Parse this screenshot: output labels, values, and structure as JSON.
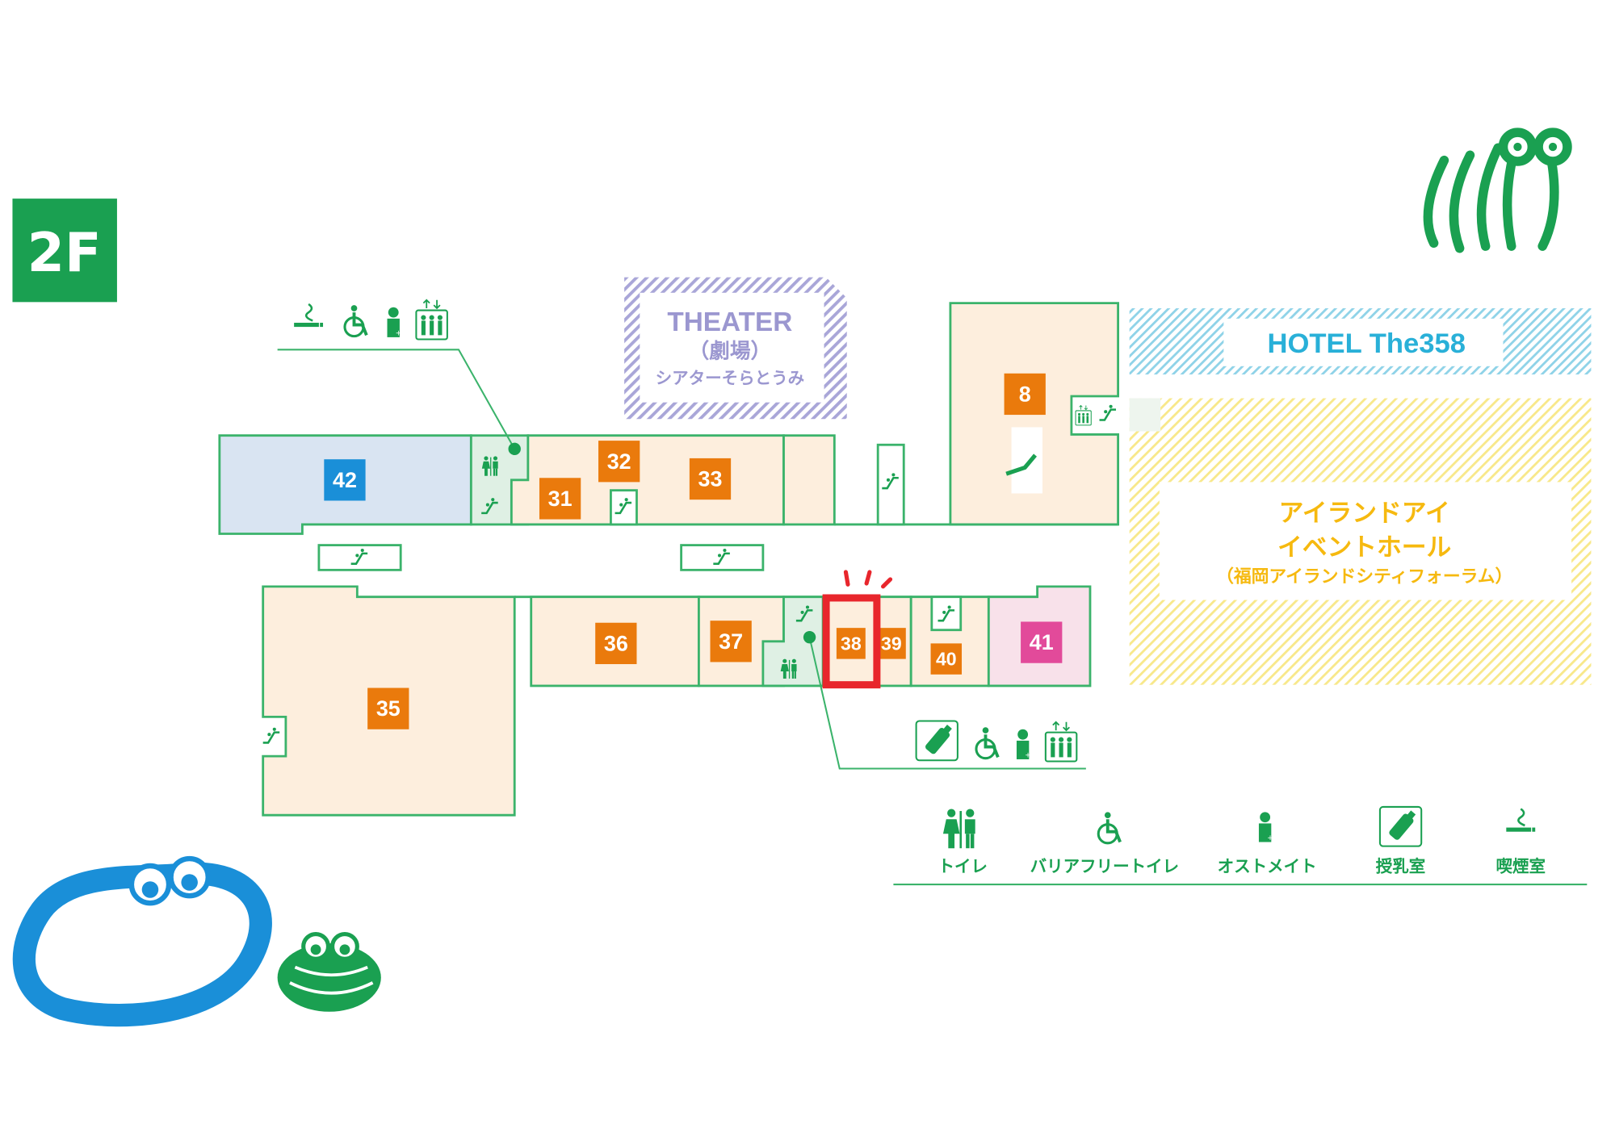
{
  "floor": {
    "label": "2F"
  },
  "colors": {
    "green": "#1aa051",
    "orange": "#ea7a0c",
    "blue": "#1a8fd8",
    "pink": "#e24a9a",
    "highlight": "#e8262c",
    "theater": "#9b97d0",
    "hotel": "#29b0d8",
    "event": "#f6b90f"
  },
  "theater": {
    "title": "THEATER",
    "subtitle": "（劇場）",
    "name": "シアターそらとうみ"
  },
  "hotel": {
    "name": "HOTEL The358"
  },
  "event_hall": {
    "line1": "アイランドアイ",
    "line2": "イベントホール",
    "line3": "（福岡アイランドシティフォーラム）"
  },
  "shops": {
    "s42": "42",
    "s31": "31",
    "s32": "32",
    "s33": "33",
    "s8": "8",
    "s35": "35",
    "s36": "36",
    "s37": "37",
    "s38": "38",
    "s39": "39",
    "s40": "40",
    "s41": "41"
  },
  "highlighted_shop": "38",
  "facility_groups": {
    "top": [
      "smoking-icon",
      "barrier-free-toilet-icon",
      "ostomate-icon",
      "elevator-icon"
    ],
    "bottom": [
      "nursing-room-icon",
      "barrier-free-toilet-icon",
      "ostomate-icon",
      "elevator-icon"
    ]
  },
  "legend": [
    {
      "icon": "toilet-icon",
      "label": "トイレ"
    },
    {
      "icon": "barrier-free-toilet-icon",
      "label": "バリアフリートイレ"
    },
    {
      "icon": "ostomate-icon",
      "label": "オストメイト"
    },
    {
      "icon": "nursing-room-icon",
      "label": "授乳室"
    },
    {
      "icon": "smoking-icon",
      "label": "喫煙室"
    }
  ]
}
